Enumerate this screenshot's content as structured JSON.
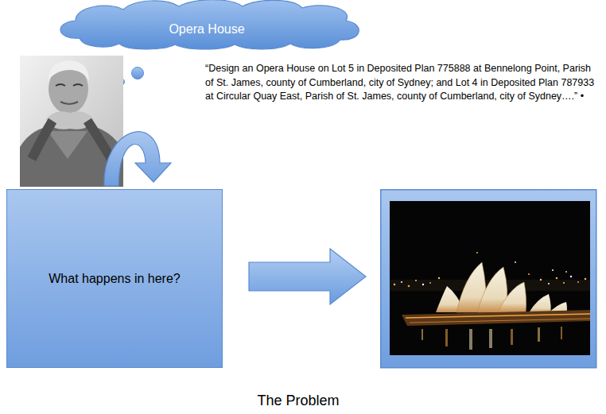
{
  "diagram": {
    "caption": "The Problem",
    "nodes": [
      {
        "text": [
          "Opera House"
        ]
      },
      {
        "text": [
          "What happens in here?"
        ]
      }
    ],
    "labels": [
      "“Design an Opera House on Lot 5 in Deposited Plan 775888 at Bennelong Point, Parish of St. James, county of Cumberland, city of Sydney; and Lot 4 in Deposited Plan 787933 at Circular Quay East, Parish of St. James, county of Cumberland, city of Sydney….” •"
    ]
  }
}
